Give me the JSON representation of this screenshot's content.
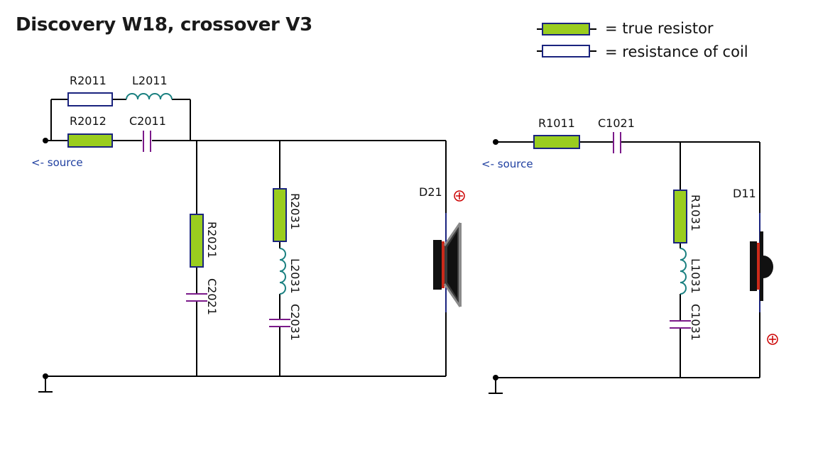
{
  "title": "Discovery W18, crossover V3",
  "legend": {
    "true_resistor": "= true resistor",
    "coil_resistance": "= resistance of coil"
  },
  "colors": {
    "wire": "#000000",
    "resistor_fill": "#9acd1f",
    "coil_resistor_fill": "#ffffff",
    "resistor_outline": "#1a237e",
    "inductor": "#1a8080",
    "capacitor": "#7b1a8a",
    "source_text": "#1f3fa0",
    "polarity": "#cc0000",
    "driver_line": "#1a237e"
  },
  "left_circuit": {
    "source_label": "<- source",
    "components": {
      "R2011": "R2011",
      "L2011": "L2011",
      "R2012": "R2012",
      "C2011": "C2011",
      "R2021": "R2021",
      "C2021": "C2021",
      "R2031": "R2031",
      "L2031": "L2031",
      "C2031": "C2031"
    },
    "driver": "D21",
    "driver_type": "woofer-icon"
  },
  "right_circuit": {
    "source_label": "<- source",
    "components": {
      "R1011": "R1011",
      "C1021": "C1021",
      "R1031": "R1031",
      "L1031": "L1031",
      "C1031": "C1031"
    },
    "driver": "D11",
    "driver_type": "tweeter-icon"
  }
}
